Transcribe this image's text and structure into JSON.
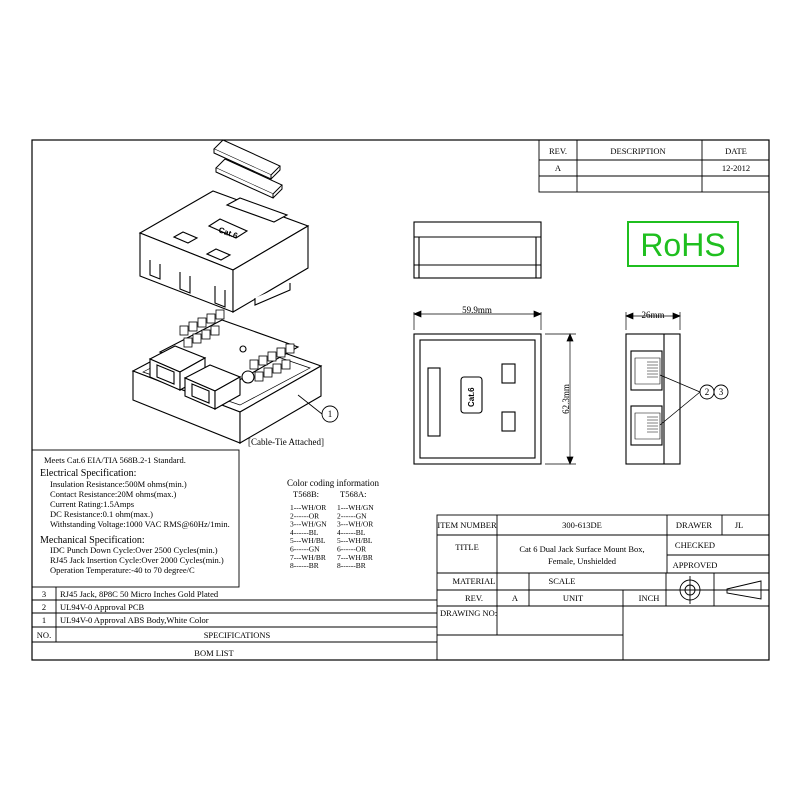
{
  "revision_table": {
    "headers": {
      "rev": "REV.",
      "description": "DESCRIPTION",
      "date": "DATE"
    },
    "rows": [
      {
        "rev": "A",
        "description": "",
        "date": "12-2012"
      }
    ]
  },
  "rohs": {
    "label": "RoHS",
    "color": "#1fbf1f"
  },
  "dimensions": {
    "front_width": "59.9mm",
    "front_height": "62.3mm",
    "side_depth": "26mm"
  },
  "parts": {
    "cable_tie_note": "[Cable-Tie Attached]",
    "cover_label": "Cat.6",
    "front_label": "Cat.6",
    "callouts": {
      "c1": "1",
      "c2": "2",
      "c3": "3"
    }
  },
  "specifications": {
    "standard": "Meets Cat.6 EIA/TIA 568B.2-1 Standard.",
    "electrical_title": "Electrical Specification:",
    "electrical": [
      "Insulation Resistance:500M ohms(min.)",
      "Contact Resistance:20M ohms(max.)",
      "Current Rating:1.5Amps",
      "DC Resistance:0.1 ohm(max.)",
      "Withstanding Voltage:1000 VAC RMS@60Hz/1min."
    ],
    "mechanical_title": "Mechanical Specification:",
    "mechanical": [
      "IDC Punch Down Cycle:Over 2500 Cycles(min.)",
      "RJ45 Jack Insertion Cycle:Over 2000 Cycles(min.)",
      "Operation Temperature:-40 to 70 degree/C"
    ]
  },
  "color_coding": {
    "title": "Color coding information",
    "col_a_header": "T568B:",
    "col_b_header": "T568A:",
    "col_a": [
      "1---WH/OR",
      "2------OR",
      "3---WH/GN",
      "4------BL",
      "5---WH/BL",
      "6------GN",
      "7---WH/BR",
      "8------BR"
    ],
    "col_b": [
      "1---WH/GN",
      "2------GN",
      "3---WH/OR",
      "4------BL",
      "5---WH/BL",
      "6------OR",
      "7---WH/BR",
      "8------BR"
    ]
  },
  "title_block": {
    "item_number_label": "ITEM NUMBER",
    "item_number": "300-613DE",
    "drawer_label": "DRAWER",
    "drawer": "JL",
    "title_label": "TITLE",
    "title_line1": "Cat 6 Dual Jack Surface Mount Box,",
    "title_line2": "Female, Unshielded",
    "checked_label": "CHECKED",
    "approved_label": "APPROVED",
    "material_label": "MATERIAL",
    "scale_label": "SCALE",
    "rev_label": "REV.",
    "rev_value": "A",
    "unit_label": "UNIT",
    "unit_value": "INCH",
    "drawing_no_label": "DRAWING NO:"
  },
  "bom": {
    "rows": [
      {
        "no": "3",
        "spec": "RJ45 Jack, 8P8C 50 Micro Inches Gold Plated"
      },
      {
        "no": "2",
        "spec": "UL94V-0 Approval PCB"
      },
      {
        "no": "1",
        "spec": "UL94V-0 Approval ABS Body,White Color"
      }
    ],
    "no_header": "NO.",
    "spec_header": "SPECIFICATIONS",
    "footer": "BOM LIST"
  }
}
